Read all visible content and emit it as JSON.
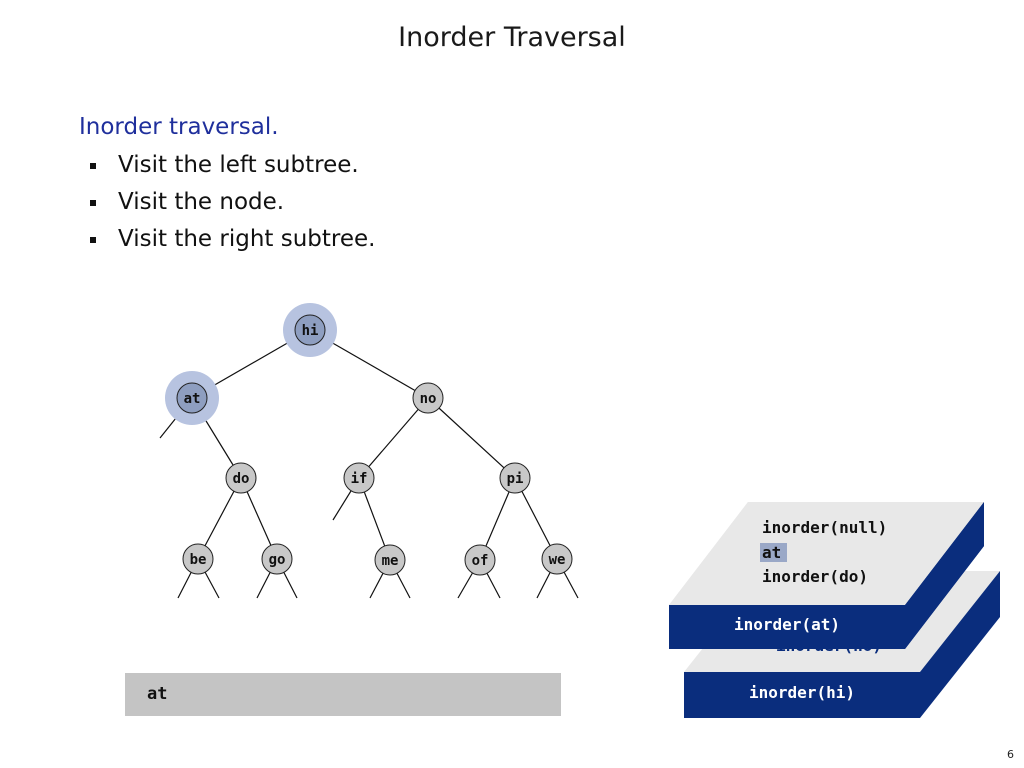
{
  "slide": {
    "title": "Inorder Traversal",
    "heading": "Inorder traversal.",
    "bullets": [
      "Visit the left subtree.",
      "Visit the node.",
      "Visit the right subtree."
    ],
    "page_number": "6"
  },
  "tree": {
    "nodes": [
      "hi",
      "at",
      "no",
      "do",
      "if",
      "pi",
      "be",
      "go",
      "me",
      "of",
      "we"
    ],
    "edges": [
      [
        "hi",
        "at"
      ],
      [
        "hi",
        "no"
      ],
      [
        "at",
        "do"
      ],
      [
        "no",
        "if"
      ],
      [
        "no",
        "pi"
      ],
      [
        "do",
        "be"
      ],
      [
        "do",
        "go"
      ],
      [
        "if",
        "me"
      ],
      [
        "pi",
        "of"
      ],
      [
        "pi",
        "we"
      ]
    ],
    "highlighted": [
      "hi",
      "at"
    ],
    "node_fill": "#c8c8c8",
    "highlight_fill": "#8e9ec0",
    "halo_color": "#b7c3e0"
  },
  "output": {
    "text": "at"
  },
  "call_stack": {
    "frames": [
      {
        "label": "inorder(hi)",
        "lines": [
          "inorder(no)"
        ]
      },
      {
        "label": "inorder(at)",
        "lines": [
          "inorder(null)",
          "at",
          "inorder(do)"
        ],
        "highlighted_line": 1
      }
    ],
    "frame_color": "#0a2d7d",
    "top_color": "#e8e8e8",
    "side_color": "#0a2d7d"
  }
}
